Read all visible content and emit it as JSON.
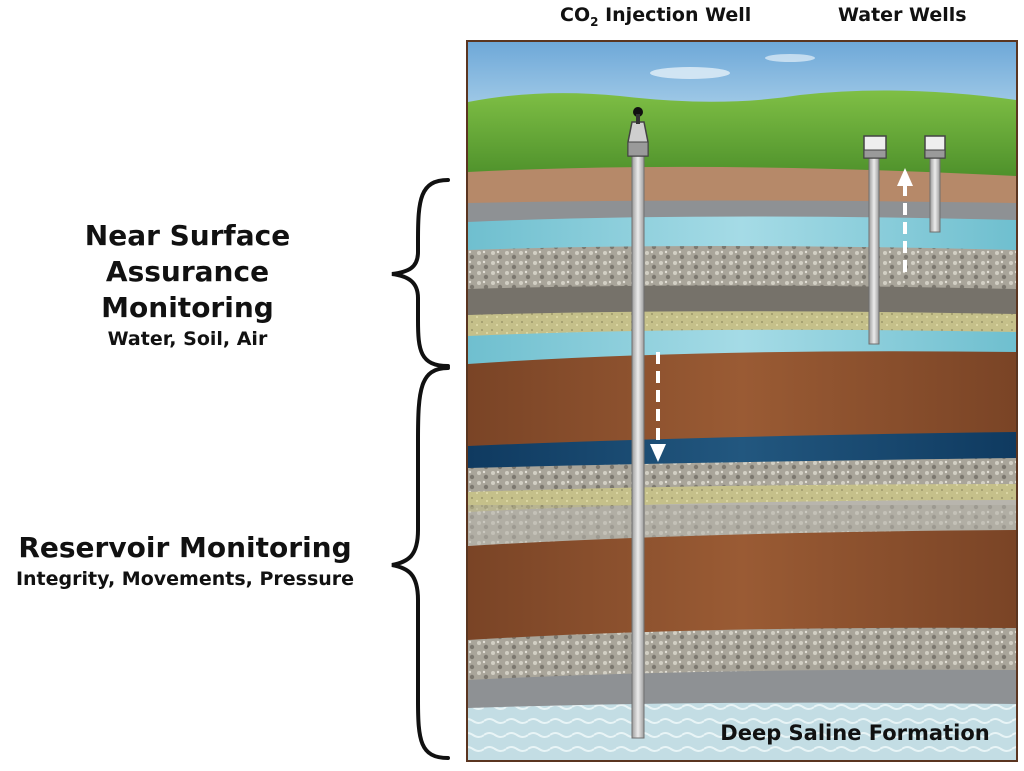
{
  "labels": {
    "injection_well": {
      "prefix": "CO",
      "sub": "2",
      "suffix": " Injection Well"
    },
    "water_wells": "Water Wells",
    "near_surface_title_1": "Near Surface",
    "near_surface_title_2": "Assurance Monitoring",
    "near_surface_sub": "Water, Soil, Air",
    "reservoir_title": "Reservoir Monitoring",
    "reservoir_sub": "Integrity, Movements, Pressure",
    "bottom_formation": "Deep Saline Formation"
  },
  "colors": {
    "sky": "#7fb6de",
    "grass": "#6fae3a",
    "soil": "#b88a6a",
    "gray_rock": "#8c8f92",
    "aquifer": "#8fd0de",
    "gravel": "#b4b0a4",
    "sand": "#c9c48e",
    "brown_rock": "#8a4f2c",
    "deep_blue": "#17466e",
    "saline": "#c3dbe2",
    "well_pipe": "#c8c8c8",
    "frame": "#5a3520"
  }
}
